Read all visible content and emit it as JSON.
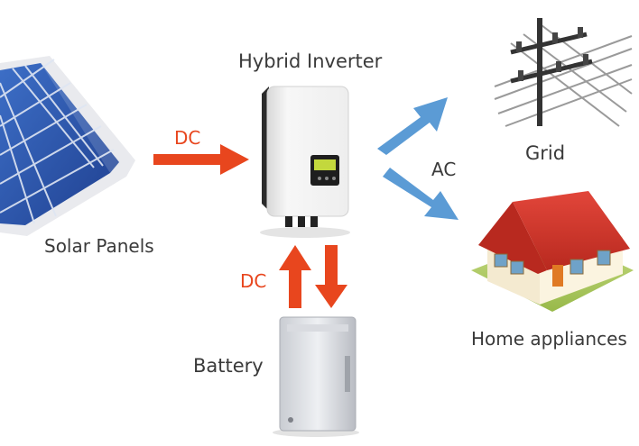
{
  "diagram": {
    "nodes": {
      "solar": {
        "label": "Solar Panels"
      },
      "inverter": {
        "label": "Hybrid Inverter"
      },
      "grid": {
        "label": "Grid"
      },
      "home": {
        "label": "Home appliances"
      },
      "battery": {
        "label": "Battery"
      }
    },
    "flows": {
      "solar_to_inverter": {
        "label": "DC"
      },
      "inverter_battery": {
        "label": "DC"
      },
      "inverter_outputs": {
        "label": "AC"
      }
    },
    "colors": {
      "dc_arrow": "#e8461e",
      "ac_arrow": "#5b9bd5",
      "label_text": "#3a3a3a"
    }
  }
}
